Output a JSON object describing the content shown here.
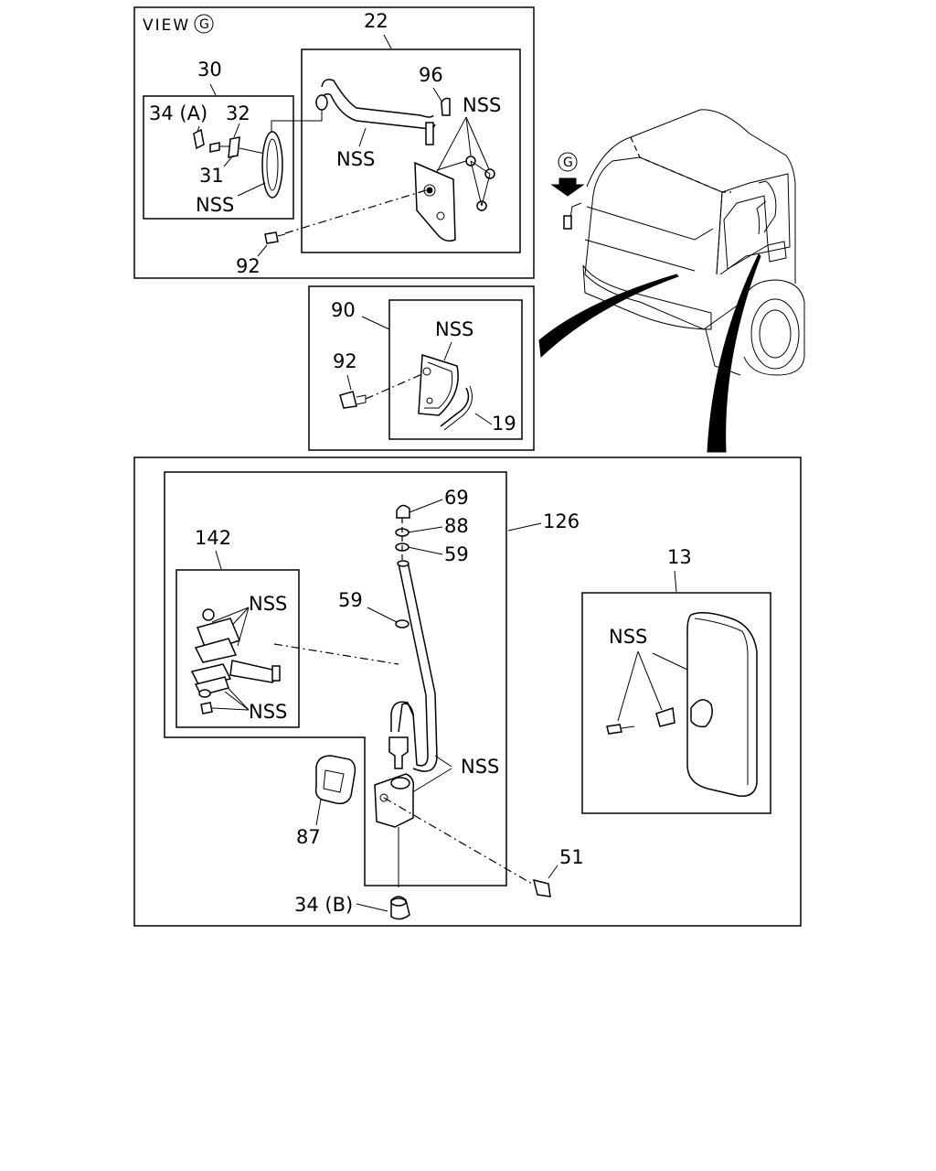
{
  "view": {
    "label": "VIEW",
    "marker": "G"
  },
  "truck_marker": "G",
  "labels": {
    "p22": "22",
    "p30": "30",
    "p96": "96",
    "p34a": "34 (A)",
    "p32": "32",
    "p31": "31",
    "p92_top": "92",
    "p90": "90",
    "p92_mid": "92",
    "p19": "19",
    "p69": "69",
    "p88": "88",
    "p59_top": "59",
    "p59_mid": "59",
    "p126": "126",
    "p142": "142",
    "p13": "13",
    "p87": "87",
    "p51": "51",
    "p34b": "34 (B)",
    "nss": "NSS"
  }
}
